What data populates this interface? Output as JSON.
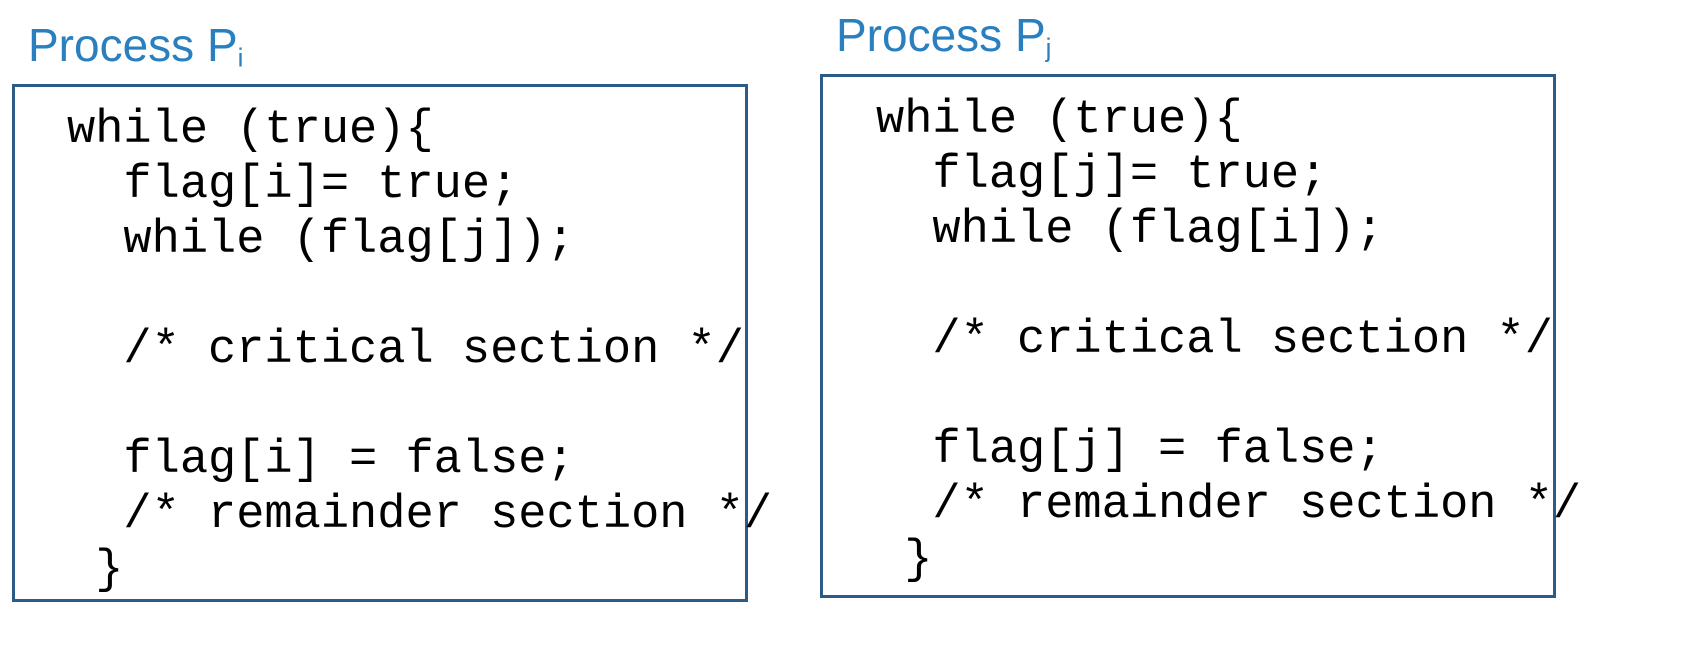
{
  "colors": {
    "title": "#2a7fbf",
    "border": "#2d5b88",
    "code": "#000000",
    "background": "#ffffff"
  },
  "process_i": {
    "title_main": "Process P",
    "title_sub": "i",
    "code_lines": [
      "while (true){",
      "  flag[i]= true;",
      "  while (flag[j]);",
      "",
      "  /* critical section */",
      "",
      "  flag[i] = false;",
      "  /* remainder section */",
      " }"
    ]
  },
  "process_j": {
    "title_main": "Process P",
    "title_sub": "j",
    "code_lines": [
      "while (true){",
      "  flag[j]= true;",
      "  while (flag[i]);",
      "",
      "  /* critical section */",
      "",
      "  flag[j] = false;",
      "  /* remainder section */",
      " }"
    ]
  }
}
